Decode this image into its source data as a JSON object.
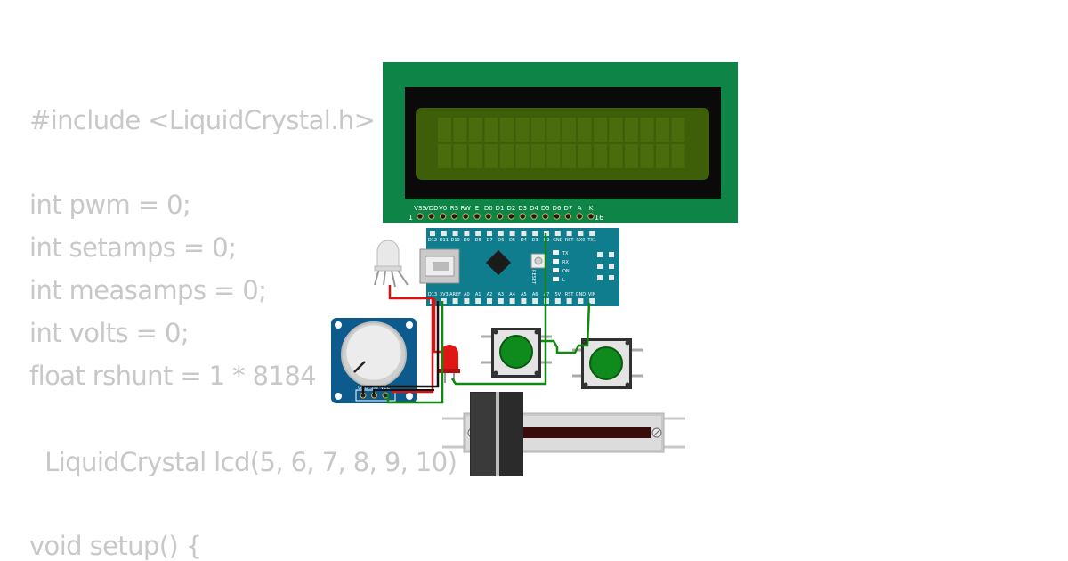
{
  "code_lines": [
    "#include <LiquidCrystal.h>",
    "int pwm = 0;",
    "int setamps = 0;",
    "int measamps = 0;",
    "int volts = 0;",
    "float rshunt = 1 * 8184",
    "  LiquidCrystal lcd(5, 6, 7, 8, 9, 10)",
    "void setup() {"
  ],
  "lcd": {
    "pin_labels": [
      "VSS",
      "VDD",
      "V0",
      "RS",
      "RW",
      "E",
      "D0",
      "D1",
      "D2",
      "D3",
      "D4",
      "D5",
      "D6",
      "D7",
      "A",
      "K"
    ],
    "pin_first": "1",
    "pin_last": "16",
    "colors": {
      "board": "#0e8446",
      "bezel": "#0a0a0a",
      "screen": "#3f5e08"
    }
  },
  "nano": {
    "top_labels": [
      "D12",
      "D11",
      "D10",
      "D9",
      "D8",
      "D7",
      "D6",
      "D5",
      "D4",
      "D3",
      "D2",
      "GND",
      "RST",
      "RX0",
      "TX1"
    ],
    "bottom_labels": [
      "D13",
      "3V3",
      "AREF",
      "A0",
      "A1",
      "A2",
      "A3",
      "A4",
      "A5",
      "A6",
      "A7",
      "5V",
      "RST",
      "GND",
      "VIN"
    ],
    "reset_label": "RESET",
    "led_labels": [
      "TX",
      "RX",
      "ON",
      "L"
    ],
    "color": "#0f7d8d"
  },
  "potentiometer": {
    "pin_labels": [
      "GND",
      "SIG",
      "VCC"
    ],
    "color": "#0d5a8c"
  },
  "wire_colors": {
    "red": "#dd1111",
    "green": "#118811",
    "black": "#111111"
  },
  "button_color": "#0f8a1c"
}
